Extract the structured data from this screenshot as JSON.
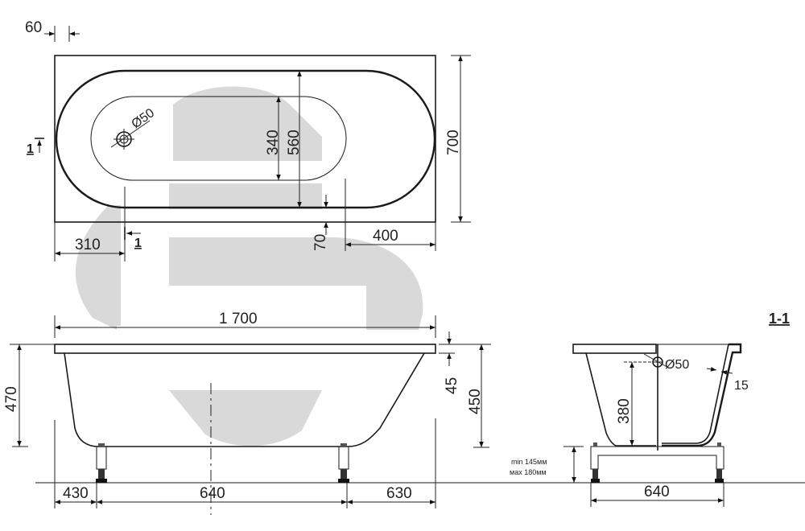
{
  "drawing": {
    "subject": "Bathtub technical drawing",
    "colors": {
      "line": "#1a1a1a",
      "watermark": "#d9d9d9",
      "background": "#ffffff"
    },
    "plan_view": {
      "rim_offset": "60",
      "drain_diameter": "Ø50",
      "inner_bottom_width": "340",
      "inner_bowl_width": "560",
      "overall_width": "700",
      "rim_to_bowl": "70",
      "drain_offset": "310",
      "right_offset": "400",
      "section_marker_left": "1",
      "section_marker_bottom": "1"
    },
    "front_view": {
      "overall_length": "1 700",
      "overall_height": "470",
      "rim_thickness": "45",
      "inner_depth": "450",
      "left_leg_offset": "430",
      "leg_spacing": "640",
      "right_leg_offset": "630"
    },
    "section_view": {
      "title": "1-1",
      "overflow_diameter": "Ø50",
      "wall_thickness": "15",
      "overflow_height": "380",
      "leg_height_min": "min 145мм",
      "leg_height_max": "мax 180мм",
      "leg_spacing": "640"
    }
  }
}
